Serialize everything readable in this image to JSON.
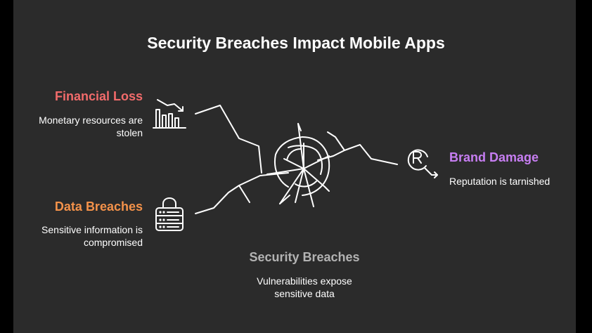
{
  "title": "Security Breaches Impact Mobile Apps",
  "colors": {
    "background": "#2b2b2b",
    "outer": "#000000",
    "financial": "#f26b6b",
    "data": "#f4924a",
    "brand": "#c77ef2",
    "center": "#b3b3b3",
    "line": "#ffffff"
  },
  "nodes": {
    "financial_loss": {
      "heading": "Financial Loss",
      "description": "Monetary resources are stolen",
      "icon": "declining-bar-chart-icon"
    },
    "data_breaches": {
      "heading": "Data Breaches",
      "description": "Sensitive information is compromised",
      "icon": "server-lock-icon"
    },
    "brand_damage": {
      "heading": "Brand Damage",
      "description": "Reputation is tarnished",
      "icon": "registered-trademark-down-arrow-icon"
    },
    "security_breaches": {
      "heading": "Security Breaches",
      "description": "Vulnerabilities expose sensitive data",
      "icon": "shattered-glass-icon"
    }
  }
}
